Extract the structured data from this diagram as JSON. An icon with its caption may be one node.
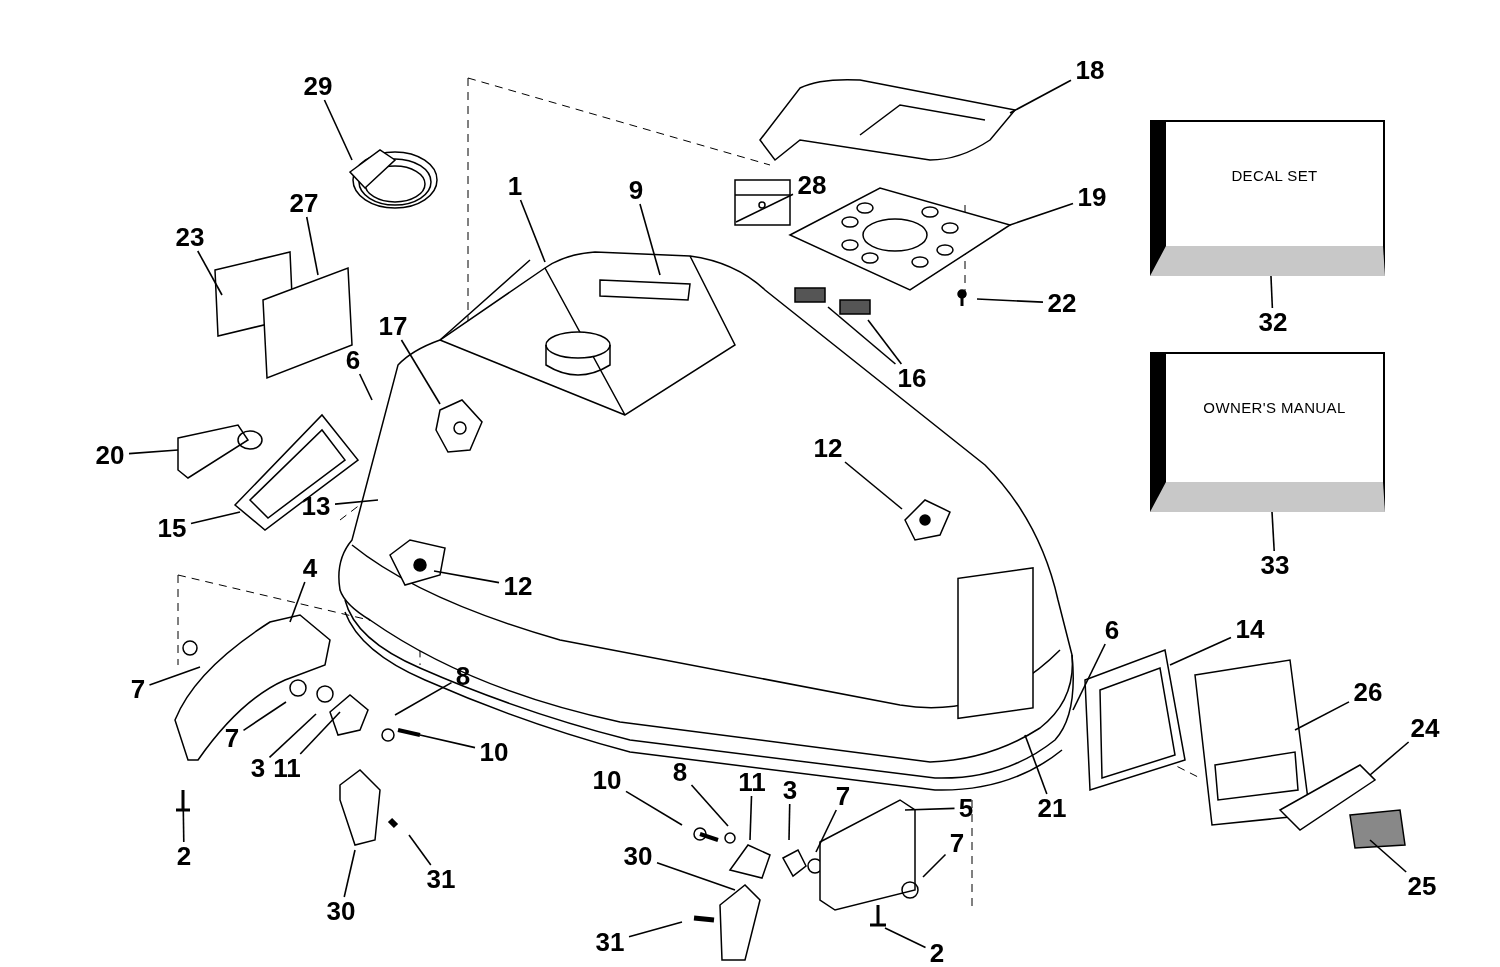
{
  "diagram": {
    "nodes": [
      {
        "text": [
          "18"
        ]
      },
      {
        "text": [
          "29"
        ]
      },
      {
        "text": [
          "27"
        ]
      },
      {
        "text": [
          "28"
        ]
      },
      {
        "text": [
          "9"
        ]
      },
      {
        "text": [
          "1"
        ]
      },
      {
        "text": [
          "19"
        ]
      },
      {
        "text": [
          "23"
        ]
      },
      {
        "text": [
          "17"
        ]
      },
      {
        "text": [
          "6"
        ]
      },
      {
        "text": [
          "22"
        ]
      },
      {
        "text": [
          "DECAL SET"
        ]
      },
      {
        "text": [
          "32"
        ]
      },
      {
        "text": [
          "16"
        ]
      },
      {
        "text": [
          "OWNER'S MANUAL"
        ]
      },
      {
        "text": [
          "33"
        ]
      },
      {
        "text": [
          "12"
        ]
      },
      {
        "text": [
          "20"
        ]
      },
      {
        "text": [
          "13"
        ]
      },
      {
        "text": [
          "15"
        ]
      },
      {
        "text": [
          "12"
        ]
      },
      {
        "text": [
          "4"
        ]
      },
      {
        "text": [
          "6"
        ]
      },
      {
        "text": [
          "14"
        ]
      },
      {
        "text": [
          "26"
        ]
      },
      {
        "text": [
          "24"
        ]
      },
      {
        "text": [
          "8"
        ]
      },
      {
        "text": [
          "7"
        ]
      },
      {
        "text": [
          "7"
        ]
      },
      {
        "text": [
          "3"
        ]
      },
      {
        "text": [
          "10"
        ]
      },
      {
        "text": [
          "11"
        ]
      },
      {
        "text": [
          "10"
        ]
      },
      {
        "text": [
          "8"
        ]
      },
      {
        "text": [
          "11"
        ]
      },
      {
        "text": [
          "3"
        ]
      },
      {
        "text": [
          "7"
        ]
      },
      {
        "text": [
          "5"
        ]
      },
      {
        "text": [
          "21"
        ]
      },
      {
        "text": [
          "7"
        ]
      },
      {
        "text": [
          "25"
        ]
      },
      {
        "text": [
          "2"
        ]
      },
      {
        "text": [
          "30"
        ]
      },
      {
        "text": [
          "31"
        ]
      },
      {
        "text": [
          "30"
        ]
      },
      {
        "text": [
          "31"
        ]
      },
      {
        "text": [
          "2"
        ]
      }
    ],
    "edges": [
      {
        "from": 0,
        "to": null,
        "arrow": "none"
      },
      {
        "from": 1,
        "to": null,
        "arrow": "none"
      },
      {
        "from": 2,
        "to": null,
        "arrow": "none"
      },
      {
        "from": 3,
        "to": null,
        "arrow": "none"
      },
      {
        "from": 4,
        "to": null,
        "arrow": "none"
      },
      {
        "from": 5,
        "to": null,
        "arrow": "none"
      },
      {
        "from": 6,
        "to": null,
        "arrow": "none"
      },
      {
        "from": 7,
        "to": null,
        "arrow": "none"
      },
      {
        "from": 8,
        "to": null,
        "arrow": "none"
      },
      {
        "from": 9,
        "to": null,
        "arrow": "none"
      },
      {
        "from": 10,
        "to": null,
        "arrow": "none"
      },
      {
        "from": 12,
        "to": 11,
        "arrow": "none"
      },
      {
        "from": 13,
        "to": null,
        "arrow": "none"
      },
      {
        "from": 13,
        "to": null,
        "arrow": "none"
      },
      {
        "from": 15,
        "to": 14,
        "arrow": "none"
      },
      {
        "from": 16,
        "to": null,
        "arrow": "none"
      },
      {
        "from": 17,
        "to": null,
        "arrow": "none"
      },
      {
        "from": 18,
        "to": null,
        "arrow": "none"
      },
      {
        "from": 19,
        "to": null,
        "arrow": "none"
      },
      {
        "from": 20,
        "to": null,
        "arrow": "none"
      },
      {
        "from": 21,
        "to": null,
        "arrow": "none"
      },
      {
        "from": 22,
        "to": null,
        "arrow": "none"
      },
      {
        "from": 23,
        "to": null,
        "arrow": "none"
      },
      {
        "from": 24,
        "to": null,
        "arrow": "none"
      },
      {
        "from": 25,
        "to": null,
        "arrow": "none"
      },
      {
        "from": 26,
        "to": null,
        "arrow": "none"
      },
      {
        "from": 27,
        "to": null,
        "arrow": "none"
      },
      {
        "from": 28,
        "to": null,
        "arrow": "none"
      },
      {
        "from": 29,
        "to": null,
        "arrow": "none"
      },
      {
        "from": 30,
        "to": null,
        "arrow": "none"
      },
      {
        "from": 31,
        "to": null,
        "arrow": "none"
      },
      {
        "from": 32,
        "to": null,
        "arrow": "none"
      },
      {
        "from": 33,
        "to": null,
        "arrow": "none"
      },
      {
        "from": 34,
        "to": null,
        "arrow": "none"
      },
      {
        "from": 35,
        "to": null,
        "arrow": "none"
      },
      {
        "from": 36,
        "to": null,
        "arrow": "none"
      },
      {
        "from": 37,
        "to": null,
        "arrow": "none"
      },
      {
        "from": 38,
        "to": null,
        "arrow": "none"
      },
      {
        "from": 39,
        "to": null,
        "arrow": "none"
      },
      {
        "from": 40,
        "to": null,
        "arrow": "none"
      },
      {
        "from": 41,
        "to": null,
        "arrow": "none"
      },
      {
        "from": 42,
        "to": null,
        "arrow": "none"
      },
      {
        "from": 43,
        "to": null,
        "arrow": "none"
      },
      {
        "from": 44,
        "to": null,
        "arrow": "none"
      },
      {
        "from": 45,
        "to": null,
        "arrow": "none"
      },
      {
        "from": 46,
        "to": null,
        "arrow": "none"
      }
    ]
  }
}
